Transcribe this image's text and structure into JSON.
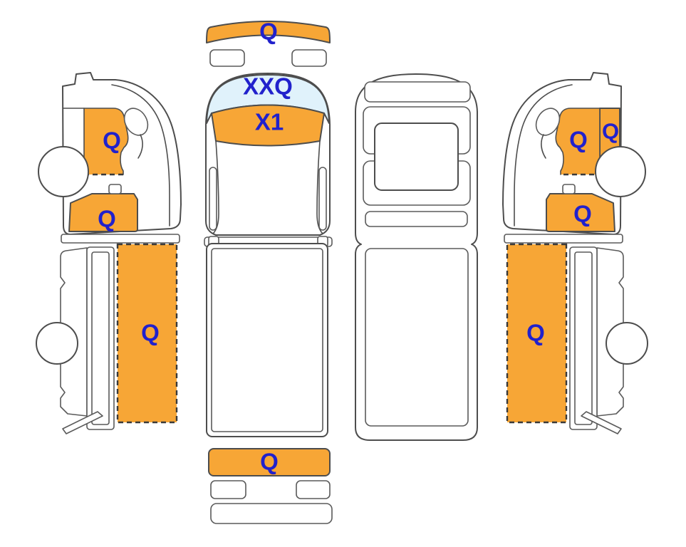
{
  "diagram_type": "vehicle-damage-diagram",
  "colors": {
    "damage_highlight": "#f7a636",
    "glass_highlight": "#e0f2fb",
    "outline": "#4d4d4d",
    "damage_code_text": "#2121cc",
    "background": "#ffffff"
  },
  "views": {
    "left_side": {
      "codes": {
        "door_panel": "Q",
        "lower_panel": "Q",
        "box_side": "Q"
      }
    },
    "top": {
      "codes": {
        "front_bumper": "Q",
        "windshield": "XXQ",
        "front_panel": "X1",
        "rear_bumper": "Q"
      }
    },
    "right_side": {
      "codes": {
        "door_panel": "Q",
        "front_fender": "Q",
        "lower_panel": "Q",
        "box_side": "Q"
      }
    }
  }
}
